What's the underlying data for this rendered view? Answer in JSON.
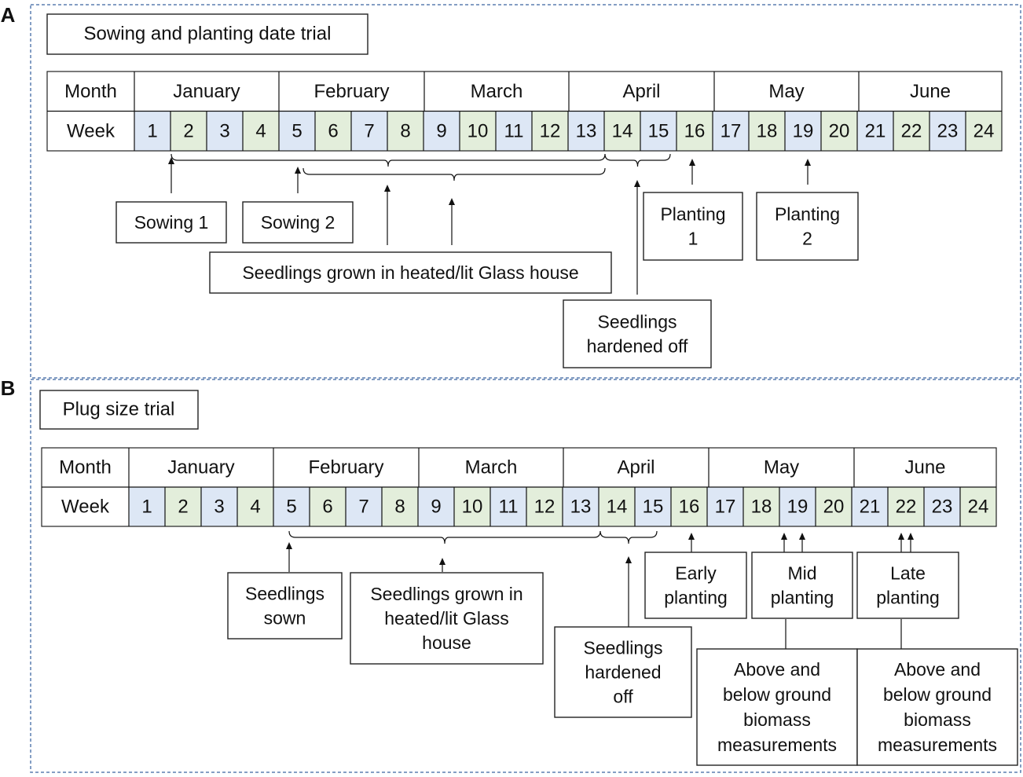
{
  "panels": [
    {
      "letter": "A",
      "title": "Sowing and planting date trial",
      "month_label": "Month",
      "week_label": "Week",
      "months": [
        "January",
        "February",
        "March",
        "April",
        "May",
        "June"
      ],
      "weeks": [
        "1",
        "2",
        "3",
        "4",
        "5",
        "6",
        "7",
        "8",
        "9",
        "10",
        "11",
        "12",
        "13",
        "14",
        "15",
        "16",
        "17",
        "18",
        "19",
        "20",
        "21",
        "22",
        "23",
        "24"
      ],
      "labels": [
        {
          "key": "sowing1",
          "lines": [
            "Sowing 1"
          ]
        },
        {
          "key": "sowing2",
          "lines": [
            "Sowing 2"
          ]
        },
        {
          "key": "glasshouse",
          "lines": [
            "Seedlings grown in heated/lit Glass house"
          ]
        },
        {
          "key": "hardened",
          "lines": [
            "Seedlings",
            "hardened off"
          ]
        },
        {
          "key": "planting1",
          "lines": [
            "Planting",
            "1"
          ]
        },
        {
          "key": "planting2",
          "lines": [
            "Planting",
            "2"
          ]
        }
      ]
    },
    {
      "letter": "B",
      "title": "Plug size trial",
      "month_label": "Month",
      "week_label": "Week",
      "months": [
        "January",
        "February",
        "March",
        "April",
        "May",
        "June"
      ],
      "weeks": [
        "1",
        "2",
        "3",
        "4",
        "5",
        "6",
        "7",
        "8",
        "9",
        "10",
        "11",
        "12",
        "13",
        "14",
        "15",
        "16",
        "17",
        "18",
        "19",
        "20",
        "21",
        "22",
        "23",
        "24"
      ],
      "labels": [
        {
          "key": "sown",
          "lines": [
            "Seedlings",
            "sown"
          ]
        },
        {
          "key": "glasshouse",
          "lines": [
            "Seedlings grown in",
            "heated/lit Glass",
            "house"
          ]
        },
        {
          "key": "hardened",
          "lines": [
            "Seedlings",
            "hardened",
            "off"
          ]
        },
        {
          "key": "early",
          "lines": [
            "Early",
            "planting"
          ]
        },
        {
          "key": "mid",
          "lines": [
            "Mid",
            "planting"
          ]
        },
        {
          "key": "late",
          "lines": [
            "Late",
            "planting"
          ]
        },
        {
          "key": "biomass_mid",
          "lines": [
            "Above and",
            "below ground",
            "biomass",
            "measurements"
          ]
        },
        {
          "key": "biomass_late",
          "lines": [
            "Above and",
            "below ground",
            "biomass",
            "measurements"
          ]
        }
      ]
    }
  ],
  "colors": {
    "week_odd": "#dde7f5",
    "week_even": "#e3eedb",
    "frame": "#5b7fb0",
    "ink": "#111111"
  }
}
